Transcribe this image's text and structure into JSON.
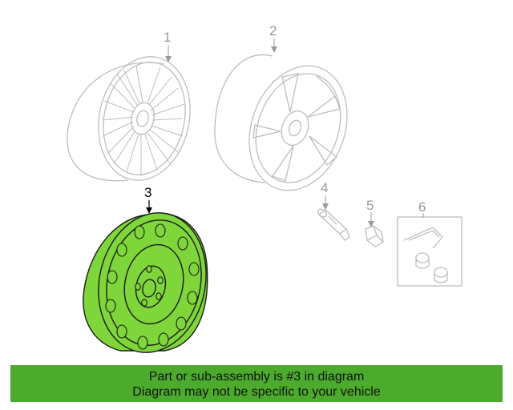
{
  "diagram": {
    "callouts": [
      {
        "number": "1",
        "part": "wheel",
        "highlighted": false
      },
      {
        "number": "2",
        "part": "wheel",
        "highlighted": false
      },
      {
        "number": "3",
        "part": "spare-wheel",
        "highlighted": true
      },
      {
        "number": "4",
        "part": "valve-stem",
        "highlighted": false
      },
      {
        "number": "5",
        "part": "lug-nut",
        "highlighted": false
      },
      {
        "number": "6",
        "part": "wheel-lock-kit",
        "highlighted": false
      }
    ],
    "colors": {
      "highlight_fill": "#7fd63a",
      "highlight_stroke": "#1a1a1a",
      "muted_stroke": "#bdbdbd",
      "banner": "#4cab2c"
    }
  },
  "banner": {
    "line1": "Part or sub-assembly is #3 in diagram",
    "line2": "Diagram may not be specific to your vehicle"
  }
}
